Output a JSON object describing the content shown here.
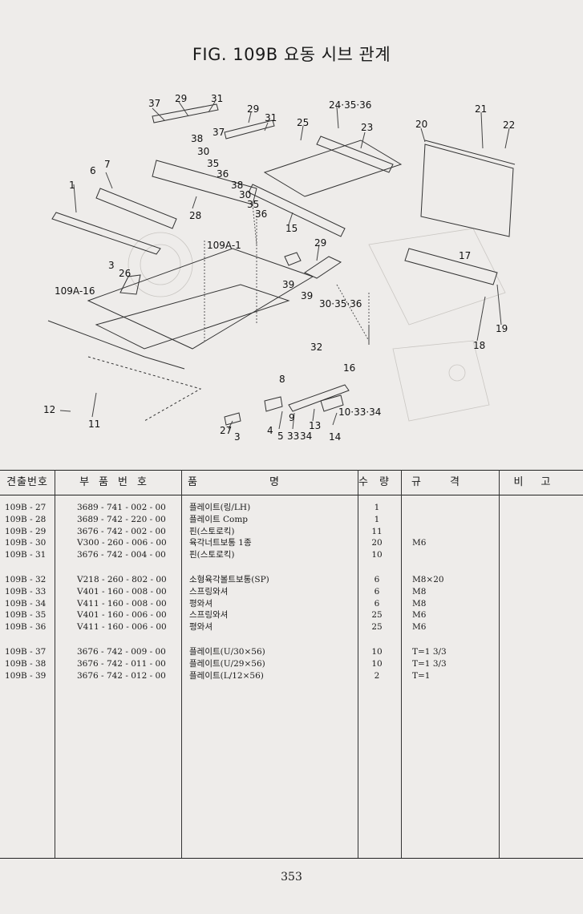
{
  "title": "FIG. 109B 요동 시브 관계",
  "callouts": [
    "37",
    "29",
    "31",
    "29",
    "31",
    "24·35·36",
    "25",
    "23",
    "21",
    "20",
    "22",
    "38",
    "37",
    "30",
    "35",
    "36",
    "38",
    "30",
    "35",
    "36",
    "6",
    "7",
    "1",
    "28",
    "15",
    "109A-1",
    "29",
    "39",
    "3",
    "26",
    "109A-16",
    "17",
    "39",
    "30·35·36",
    "19",
    "18",
    "32",
    "8",
    "16",
    "12",
    "11",
    "4",
    "5",
    "33",
    "9",
    "13",
    "10·33·34",
    "27",
    "3",
    "34",
    "14"
  ],
  "table": {
    "headers": [
      "견출번호",
      "부품번호",
      "품명",
      "수량",
      "규격",
      "비고"
    ],
    "groups": [
      [
        {
          "ref": "109B - 27",
          "part": "3689 - 741 - 002 - 00",
          "name": "플레이트(링/LH)",
          "qty": "1",
          "spec": "",
          "remark": ""
        },
        {
          "ref": "109B - 28",
          "part": "3689 - 742 - 220 - 00",
          "name": "플레이트 Comp",
          "qty": "1",
          "spec": "",
          "remark": ""
        },
        {
          "ref": "109B - 29",
          "part": "3676 - 742 - 002 - 00",
          "name": "핀(스토로킥)",
          "qty": "11",
          "spec": "",
          "remark": ""
        },
        {
          "ref": "109B - 30",
          "part": "V300 - 260 - 006 - 00",
          "name": "육각너트보통 1종",
          "qty": "20",
          "spec": "M6",
          "remark": ""
        },
        {
          "ref": "109B - 31",
          "part": "3676 - 742 - 004 - 00",
          "name": "핀(스토로킥)",
          "qty": "10",
          "spec": "",
          "remark": ""
        }
      ],
      [
        {
          "ref": "109B - 32",
          "part": "V218 - 260 - 802 - 00",
          "name": "소형육각볼트보통(SP)",
          "qty": "6",
          "spec": "M8×20",
          "remark": ""
        },
        {
          "ref": "109B - 33",
          "part": "V401 - 160 - 008 - 00",
          "name": "스프링와셔",
          "qty": "6",
          "spec": "M8",
          "remark": ""
        },
        {
          "ref": "109B - 34",
          "part": "V411 - 160 - 008 - 00",
          "name": "평와셔",
          "qty": "6",
          "spec": "M8",
          "remark": ""
        },
        {
          "ref": "109B - 35",
          "part": "V401 - 160 - 006 - 00",
          "name": "스프링와셔",
          "qty": "25",
          "spec": "M6",
          "remark": ""
        },
        {
          "ref": "109B - 36",
          "part": "V411 - 160 - 006 - 00",
          "name": "평와셔",
          "qty": "25",
          "spec": "M6",
          "remark": ""
        }
      ],
      [
        {
          "ref": "109B - 37",
          "part": "3676 - 742 - 009 - 00",
          "name": "플레이트(U/30×56)",
          "qty": "10",
          "spec": "T=1 3/3",
          "remark": ""
        },
        {
          "ref": "109B - 38",
          "part": "3676 - 742 - 011 - 00",
          "name": "플레이트(U/29×56)",
          "qty": "10",
          "spec": "T=1 3/3",
          "remark": ""
        },
        {
          "ref": "109B - 39",
          "part": "3676 - 742 - 012 - 00",
          "name": "플레이트(L/12×56)",
          "qty": "2",
          "spec": "T=1",
          "remark": ""
        }
      ]
    ]
  },
  "page_number": "353"
}
